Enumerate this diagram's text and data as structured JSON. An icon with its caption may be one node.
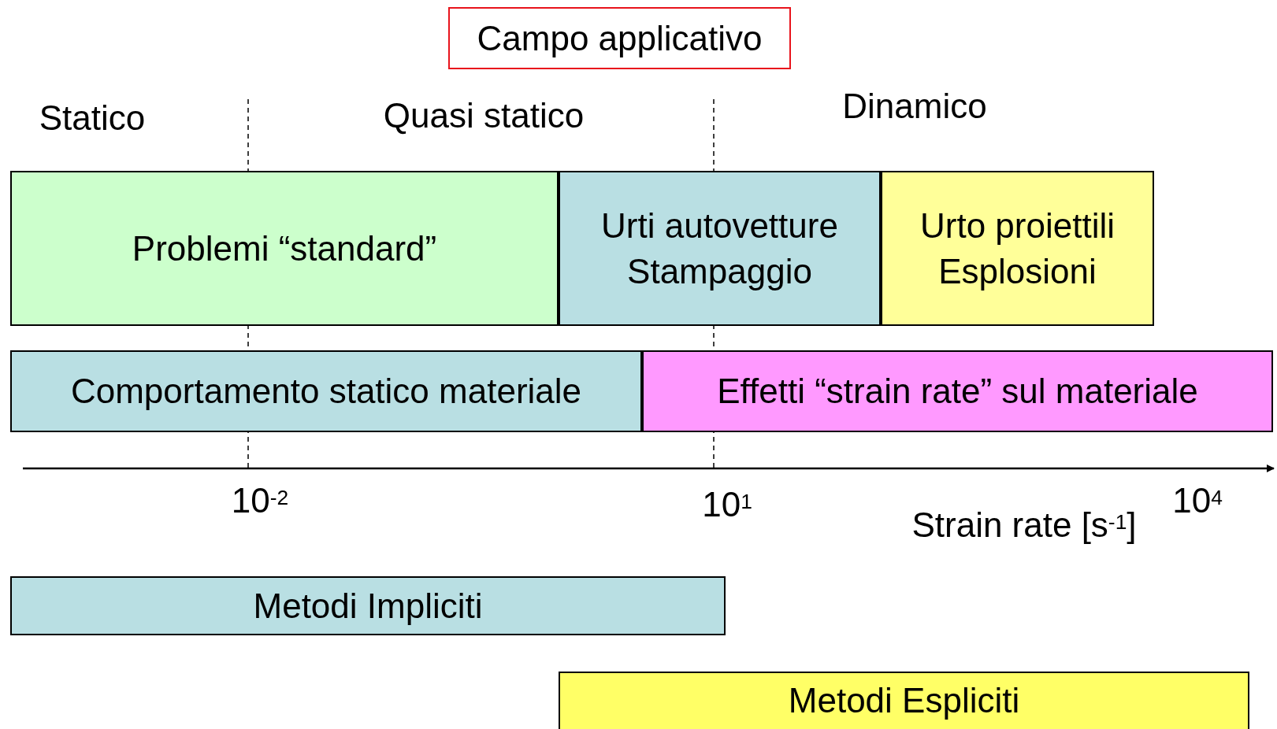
{
  "diagram": {
    "title": "Campo applicativo",
    "nodes": [
      {
        "text": [
          "Problemi “standard”"
        ]
      },
      {
        "text": [
          "Urti autovetture",
          "Stampaggio"
        ]
      },
      {
        "text": [
          "Urto proiettili",
          "Esplosioni"
        ]
      },
      {
        "text": [
          "Comportamento statico materiale"
        ]
      },
      {
        "text": [
          "Effetti “strain rate” sul materiale"
        ]
      },
      {
        "text": [
          "Metodi Impliciti"
        ]
      },
      {
        "text": [
          "Metodi Espliciti"
        ]
      }
    ],
    "edges": [],
    "labels": [
      "Statico",
      "Quasi statico",
      "Dinamico",
      "10$^{-2}$",
      "10$^{1}$",
      "10$^{4}$",
      "Strain rate [s$^{-1}$]"
    ]
  }
}
